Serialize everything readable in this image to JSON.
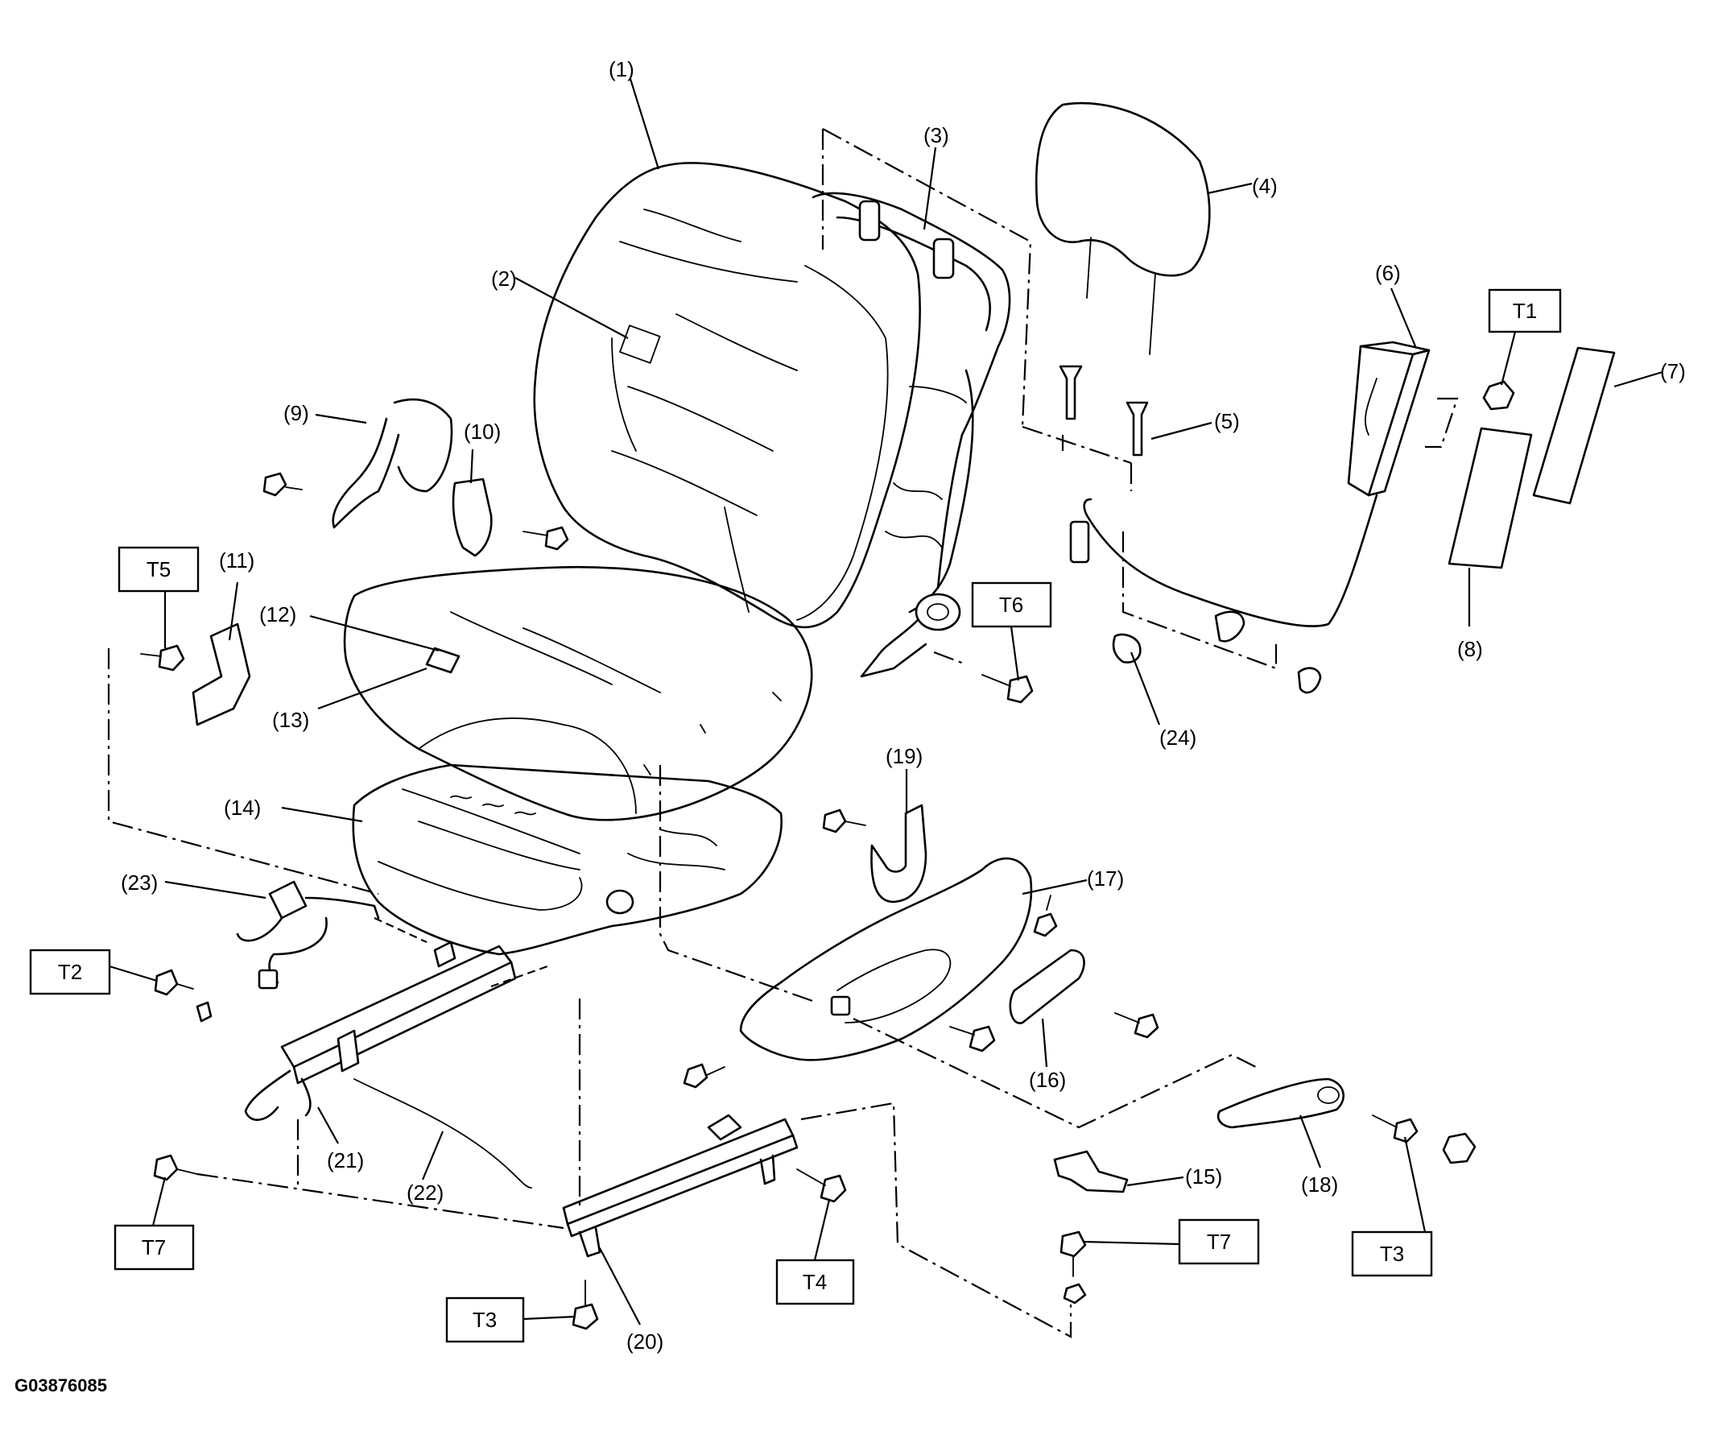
{
  "figure_code": "G03876085",
  "callouts": [
    {
      "id": "1",
      "text": "(1)"
    },
    {
      "id": "2",
      "text": "(2)"
    },
    {
      "id": "3",
      "text": "(3)"
    },
    {
      "id": "4",
      "text": "(4)"
    },
    {
      "id": "5",
      "text": "(5)"
    },
    {
      "id": "6",
      "text": "(6)"
    },
    {
      "id": "7",
      "text": "(7)"
    },
    {
      "id": "8",
      "text": "(8)"
    },
    {
      "id": "9",
      "text": "(9)"
    },
    {
      "id": "10",
      "text": "(10)"
    },
    {
      "id": "11",
      "text": "(11)"
    },
    {
      "id": "12",
      "text": "(12)"
    },
    {
      "id": "13",
      "text": "(13)"
    },
    {
      "id": "14",
      "text": "(14)"
    },
    {
      "id": "15",
      "text": "(15)"
    },
    {
      "id": "16",
      "text": "(16)"
    },
    {
      "id": "17",
      "text": "(17)"
    },
    {
      "id": "18",
      "text": "(18)"
    },
    {
      "id": "19",
      "text": "(19)"
    },
    {
      "id": "20",
      "text": "(20)"
    },
    {
      "id": "21",
      "text": "(21)"
    },
    {
      "id": "22",
      "text": "(22)"
    },
    {
      "id": "23",
      "text": "(23)"
    },
    {
      "id": "24",
      "text": "(24)"
    }
  ],
  "torque_boxes": [
    {
      "id": "T1",
      "text": "T1"
    },
    {
      "id": "T2",
      "text": "T2"
    },
    {
      "id": "T3a",
      "text": "T3"
    },
    {
      "id": "T3b",
      "text": "T3"
    },
    {
      "id": "T4",
      "text": "T4"
    },
    {
      "id": "T5",
      "text": "T5"
    },
    {
      "id": "T6",
      "text": "T6"
    },
    {
      "id": "T7a",
      "text": "T7"
    },
    {
      "id": "T7b",
      "text": "T7"
    }
  ]
}
